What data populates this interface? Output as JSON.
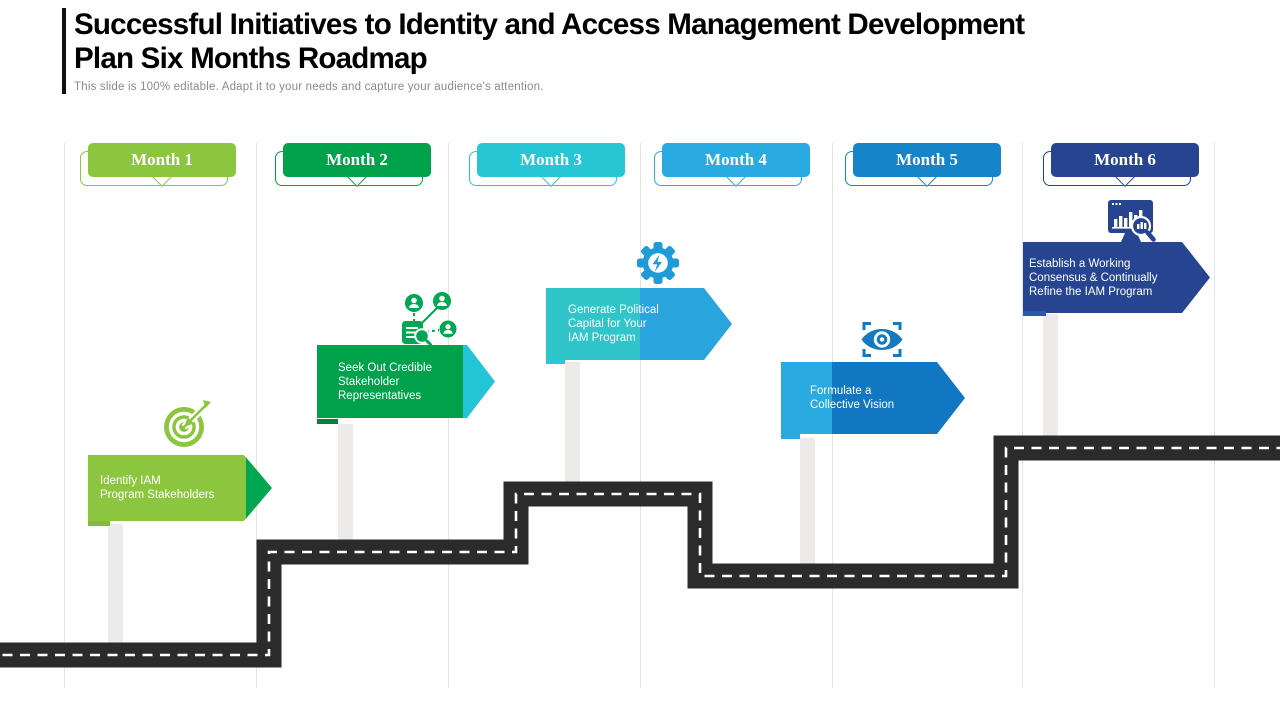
{
  "header": {
    "title": "Successful Initiatives to Identity and Access Management Development\nPlan Six Months Roadmap",
    "subtitle": "This slide is 100% editable. Adapt it to your needs and capture your audience's attention."
  },
  "months": [
    {
      "label": "Month 1",
      "color": "#8CC63F"
    },
    {
      "label": "Month 2",
      "color": "#00A14B"
    },
    {
      "label": "Month 3",
      "color": "#26C6D4"
    },
    {
      "label": "Month 4",
      "color": "#29ABE2"
    },
    {
      "label": "Month 5",
      "color": "#1584C8"
    },
    {
      "label": "Month 6",
      "color": "#264490"
    }
  ],
  "tasks": [
    {
      "month": "Month 1",
      "text": "Identify IAM\nProgram Stakeholders",
      "icon": "target-icon",
      "body_color": "#8CC63F",
      "tip_color": "#00A651"
    },
    {
      "month": "Month 2",
      "text": "Seek Out Credible\nStakeholder\nRepresentatives",
      "icon": "stakeholder-network-icon",
      "body_color": "#00A14B",
      "tip_color": "#22C4D6"
    },
    {
      "month": "Month 3",
      "text": "Generate Political\nCapital for Your\nIAM Program",
      "icon": "gear-lightning-icon",
      "body_color": "#30C5C9",
      "tip_color": "#2AA4DC"
    },
    {
      "month": "Month 4",
      "text": "Formulate a\nCollective Vision",
      "icon": "eye-vision-icon",
      "body_color": "#29ABE2",
      "tip_color": "#1177C2"
    },
    {
      "month": "Month 6",
      "text": "Establish a Working\nConsensus & Continually\nRefine the IAM Program",
      "icon": "chart-magnifier-icon",
      "body_color": "#264490",
      "tip_color": "#264490"
    }
  ],
  "road": {
    "color": "#2B2B2B",
    "centerline_color": "#FFFFFF",
    "stalk_color": "#ECEBE9"
  }
}
